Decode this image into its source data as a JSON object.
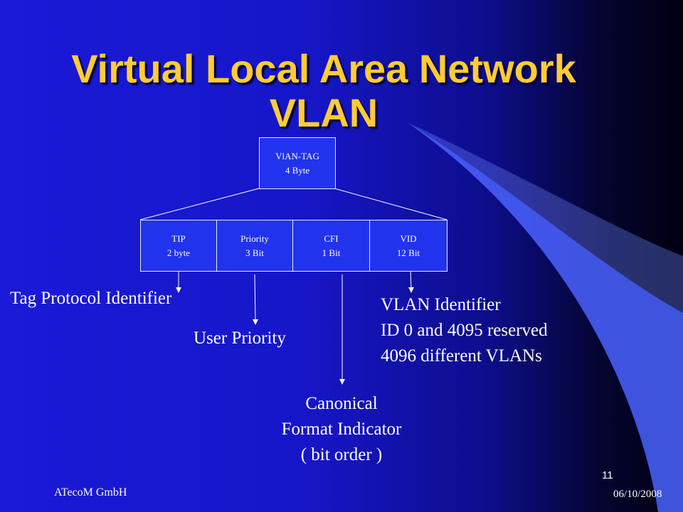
{
  "title": {
    "line1": "Virtual Local Area Network",
    "line2": "VLAN"
  },
  "top_box": {
    "line1": "VlAN-TAG",
    "line2": "4 Byte"
  },
  "fields": [
    {
      "line1": "TIP",
      "line2": "2 byte"
    },
    {
      "line1": "Priority",
      "line2": "3 Bit"
    },
    {
      "line1": "CFI",
      "line2": "1 Bit"
    },
    {
      "line1": "VID",
      "line2": "12 Bit"
    }
  ],
  "labels": {
    "tpi": "Tag Protocol Identifier",
    "user_priority": "User Priority",
    "vlan_id": {
      "line1": "VLAN Identifier",
      "line2": "ID 0 and 4095 reserved",
      "line3": "4096 different VLANs"
    },
    "cfi": {
      "line1": "Canonical",
      "line2": "Format Indicator",
      "line3": "( bit order )"
    }
  },
  "footer": {
    "company": "ATecoM GmbH",
    "page": "11",
    "date": "06/10/2008"
  },
  "colors": {
    "title": "#ffcc33",
    "box_fill": "#2233ee",
    "text": "#ffffff",
    "accent_swoosh": "#4a63ff"
  }
}
